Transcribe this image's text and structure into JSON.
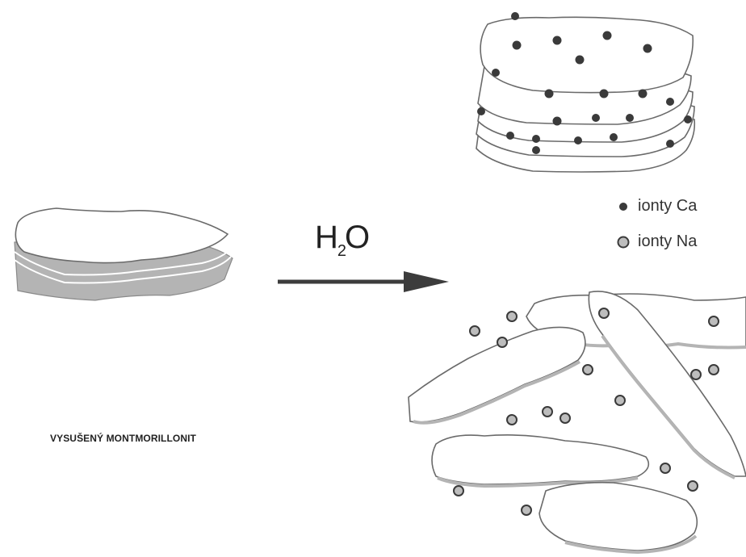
{
  "labels": {
    "dry_montmorillonite": "VYSUŠENÝ MONTMORILLONIT",
    "reagent": "H",
    "reagent_sub": "2",
    "reagent_tail": "O"
  },
  "legend": {
    "ca": "ionty Ca",
    "na": "ionty Na"
  },
  "colors": {
    "outline": "#6a6a6a",
    "layer_fill": "#ffffff",
    "shadow": "#b4b4b4",
    "ca_ion": "#3a3a3a",
    "na_ion_fill": "#bdbdbd",
    "na_ion_stroke": "#3a3a3a",
    "arrow": "#3c3c3c"
  }
}
